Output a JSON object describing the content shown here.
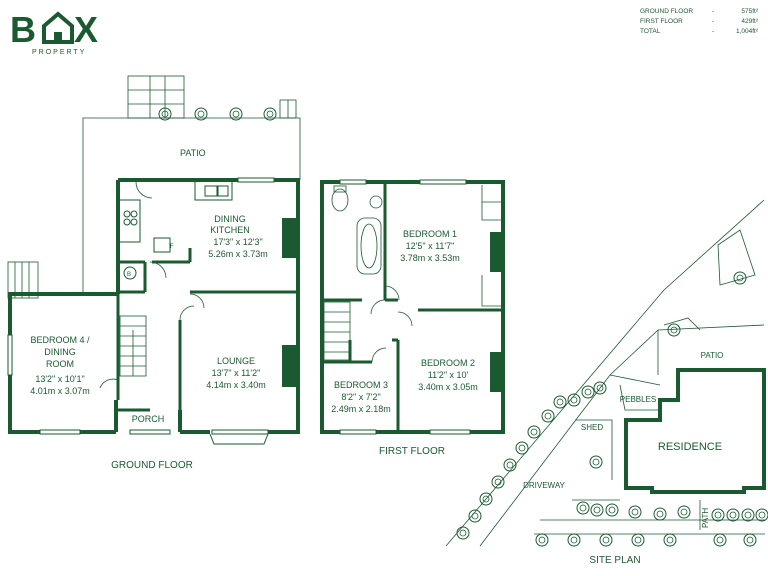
{
  "brand": {
    "name_left": "B",
    "name_right": "X",
    "sub": "PROPERTY"
  },
  "areas": [
    {
      "label": "GROUND FLOOR",
      "dash": "-",
      "value": "575ft²"
    },
    {
      "label": "FIRST FLOOR",
      "dash": "-",
      "value": "429ft²"
    },
    {
      "label": "TOTAL",
      "dash": "-",
      "value": "1,004ft²"
    }
  ],
  "ground_floor": {
    "title": "GROUND FLOOR",
    "patio": "PATIO",
    "porch": "PORCH",
    "kitchen": {
      "name1": "DINING",
      "name2": "KITCHEN",
      "dim_ft": "17'3\" x 12'3\"",
      "dim_m": "5.26m x 3.73m"
    },
    "lounge": {
      "name": "LOUNGE",
      "dim_ft": "13'7\" x 11'2\"",
      "dim_m": "4.14m x 3.40m"
    },
    "bedroom4": {
      "name1": "BEDROOM 4 /",
      "name2": "DINING",
      "name3": "ROOM",
      "dim_ft": "13'2\" x 10'1\"",
      "dim_m": "4.01m x 3.07m"
    },
    "fridge_label": "F",
    "boiler_label": "B"
  },
  "first_floor": {
    "title": "FIRST FLOOR",
    "bedroom1": {
      "name": "BEDROOM 1",
      "dim_ft": "12'5\" x 11'7\"",
      "dim_m": "3.78m x 3.53m"
    },
    "bedroom2": {
      "name": "BEDROOM 2",
      "dim_ft": "11'2\" x 10'",
      "dim_m": "3.40m x 3.05m"
    },
    "bedroom3": {
      "name": "BEDROOM 3",
      "dim_ft": "8'2\" x 7'2\"",
      "dim_m": "2.49m x 2.18m"
    }
  },
  "site_plan": {
    "title": "SITE PLAN",
    "residence": "RESIDENCE",
    "patio": "PATIO",
    "pebbles": "PEBBLES",
    "shed": "SHED",
    "driveway": "DRIVEWAY",
    "path": "PATH"
  },
  "colors": {
    "brand_green": "#1a5a30",
    "wall": "#1a5a30"
  }
}
